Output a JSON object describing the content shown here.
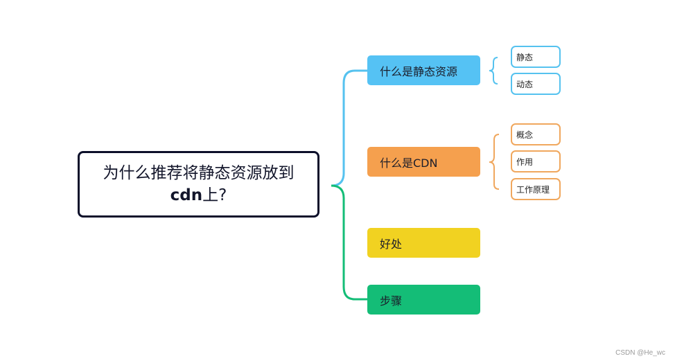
{
  "mindmap": {
    "root": {
      "line1": "为什么推荐将静态资源放到",
      "line2_bold": "cdn",
      "line2_rest": "上?"
    },
    "branches": [
      {
        "label": "什么是静态资源",
        "color": "#55c2f4",
        "children": [
          "静态",
          "动态"
        ]
      },
      {
        "label": "什么是CDN",
        "color": "#f5a04e",
        "children": [
          "概念",
          "作用",
          "工作原理"
        ]
      },
      {
        "label": "好处",
        "color": "#f1d221",
        "children": []
      },
      {
        "label": "步骤",
        "color": "#14bd77",
        "children": []
      }
    ]
  },
  "footer": {
    "watermark": "CSDN @He_wc"
  }
}
